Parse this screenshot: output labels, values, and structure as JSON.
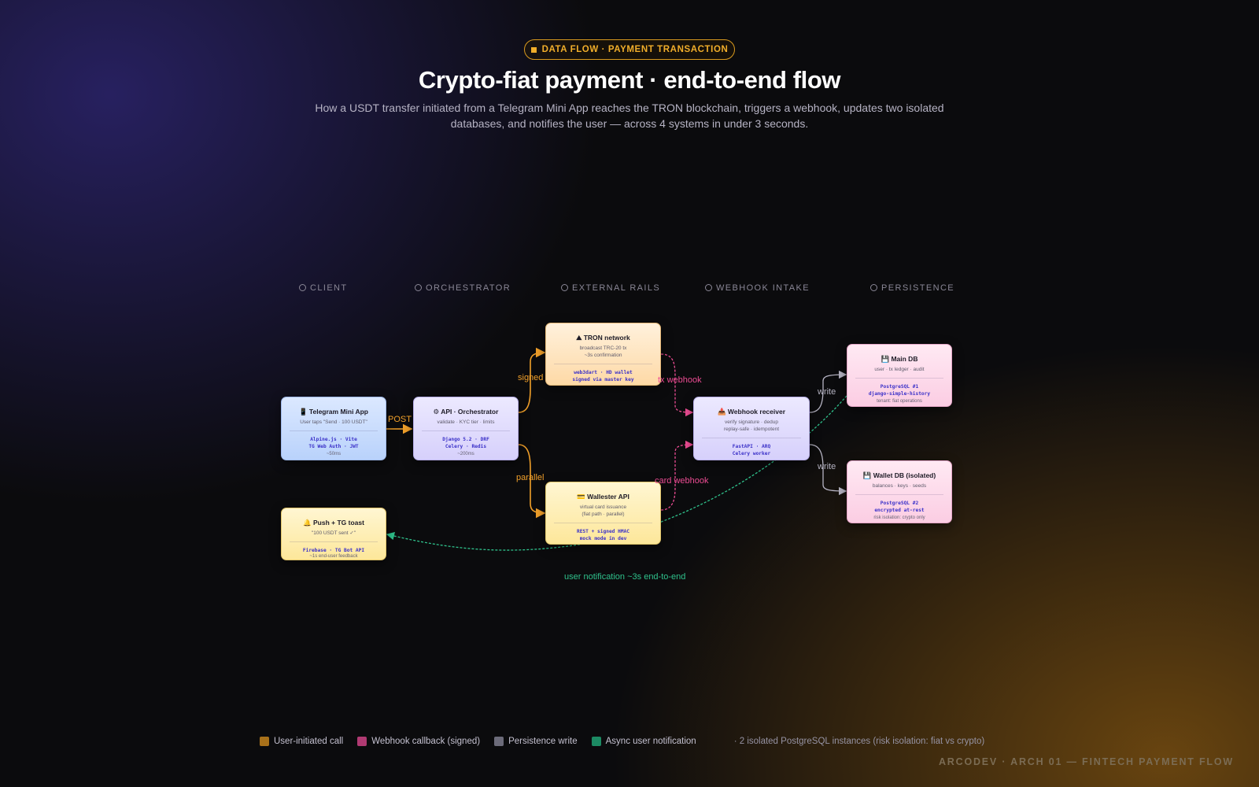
{
  "header": {
    "badge": "DATA FLOW · PAYMENT TRANSACTION",
    "title": "Crypto-fiat payment · end-to-end flow",
    "subtitle": "How a USDT transfer initiated from a Telegram Mini App reaches the TRON blockchain, triggers a webhook, updates two isolated databases, and notifies the user — across 4 systems in under 3 seconds."
  },
  "columns": [
    "CLIENT",
    "ORCHESTRATOR",
    "EXTERNAL RAILS",
    "WEBHOOK INTAKE",
    "PERSISTENCE"
  ],
  "nodes": {
    "miniapp": {
      "title": "📱 Telegram Mini App",
      "desc": "User taps \"Send · 100 USDT\"",
      "code1": "Alpine.js · Vite",
      "code2": "TG Web Auth · JWT",
      "foot": "~50ms"
    },
    "orchestrator": {
      "title": "⚙ API · Orchestrator",
      "desc": "validate · KYC tier · limits",
      "code1": "Django 5.2 · DRF",
      "code2": "Celery · Redis",
      "foot": "~200ms"
    },
    "tron": {
      "title": "⛰ TRON network",
      "desc1": "broadcast TRC-20 tx",
      "desc2": "~3s confirmation",
      "code1": "web3dart · HD wallet",
      "code2": "signed via master key"
    },
    "wallester": {
      "title": "💳 Wallester API",
      "desc1": "virtual card issuance",
      "desc2": "(fiat path · parallel)",
      "code1": "REST + signed HMAC",
      "code2": "mock mode in dev"
    },
    "webhook": {
      "title": "📥 Webhook receiver",
      "desc1": "verify signature · dedup",
      "desc2": "replay-safe · idempotent",
      "code1": "FastAPI · ARQ",
      "code2": "Celery worker"
    },
    "maindb": {
      "title": "💾 Main DB",
      "desc": "user · tx ledger · audit",
      "code1": "PostgreSQL #1",
      "code2": "django-simple-history",
      "foot": "tenant: fiat operations"
    },
    "walletdb": {
      "title": "💾 Wallet DB (isolated)",
      "desc": "balances · keys · seeds",
      "code1": "PostgreSQL #2",
      "code2": "encrypted at-rest",
      "foot": "risk isolation: crypto only"
    },
    "push": {
      "title": "🔔 Push + TG toast",
      "desc": "\"100 USDT sent ✓\"",
      "code1": "Firebase · TG Bot API",
      "foot": "~1s end-user feedback"
    }
  },
  "edges": {
    "post": "POST",
    "signed": "signed",
    "parallel": "parallel",
    "tx_webhook": "tx webhook",
    "card_webhook": "card webhook",
    "write1": "write",
    "write2": "write",
    "notify": "user notification ~3s end-to-end"
  },
  "legend": {
    "items": [
      {
        "label": "User-initiated call",
        "color": "#a8711a"
      },
      {
        "label": "Webhook callback (signed)",
        "color": "#b03a72"
      },
      {
        "label": "Persistence write",
        "color": "#6c6b7a"
      },
      {
        "label": "Async user notification",
        "color": "#1c8a63"
      }
    ],
    "note": "· 2 isolated PostgreSQL instances (risk isolation: fiat vs crypto)"
  },
  "footer": "ARCODEV · ARCH 01 — FINTECH PAYMENT FLOW"
}
